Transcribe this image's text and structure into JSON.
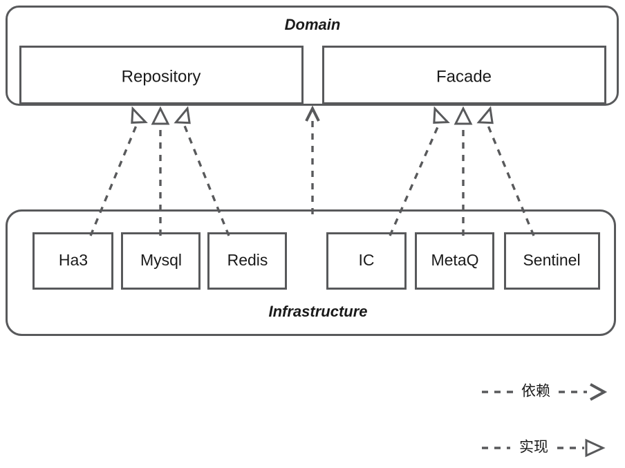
{
  "diagram": {
    "title_domain": "Domain",
    "title_infrastructure": "Infrastructure",
    "colors": {
      "stroke": "#58595b",
      "text": "#1a1a1a",
      "background": "#ffffff"
    },
    "domain": {
      "label": "Domain",
      "ports": [
        {
          "id": "repository",
          "label": "Repository"
        },
        {
          "id": "facade",
          "label": "Facade"
        }
      ]
    },
    "infrastructure": {
      "label": "Infrastructure",
      "components": [
        {
          "id": "ha3",
          "label": "Ha3"
        },
        {
          "id": "mysql",
          "label": "Mysql"
        },
        {
          "id": "redis",
          "label": "Redis"
        },
        {
          "id": "ic",
          "label": "IC"
        },
        {
          "id": "metaq",
          "label": "MetaQ"
        },
        {
          "id": "sentinel",
          "label": "Sentinel"
        }
      ]
    },
    "connections": [
      {
        "from": "ha3",
        "to": "repository",
        "kind": "realization"
      },
      {
        "from": "mysql",
        "to": "repository",
        "kind": "realization"
      },
      {
        "from": "redis",
        "to": "repository",
        "kind": "realization"
      },
      {
        "from": "metaq",
        "to": "domain",
        "kind": "dependency"
      },
      {
        "from": "ic",
        "to": "facade",
        "kind": "realization"
      },
      {
        "from": "metaq",
        "to": "facade",
        "kind": "realization"
      },
      {
        "from": "sentinel",
        "to": "facade",
        "kind": "realization"
      }
    ],
    "legend": [
      {
        "id": "dependency",
        "label": "依赖",
        "arrow": "open-arrow-icon"
      },
      {
        "id": "realization",
        "label": "实现",
        "arrow": "hollow-triangle-icon"
      }
    ]
  }
}
